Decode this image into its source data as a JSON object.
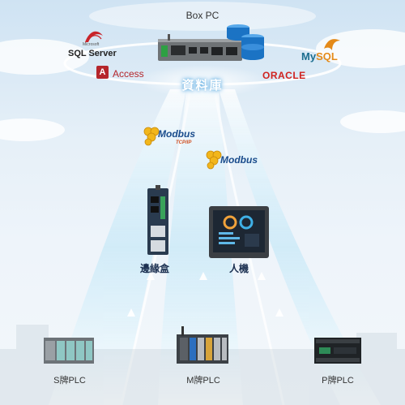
{
  "header": {
    "box_pc_label": "Box PC"
  },
  "databases": {
    "label": "資料庫",
    "sql_server_small": "Microsoft",
    "sql_server": "SQL Server",
    "access": "Access",
    "access_icon_letter": "A",
    "mysql_prefix": "My",
    "mysql_suffix": "SQL",
    "oracle": "ORACLE"
  },
  "protocols": {
    "modbus_tcp": "Modbus",
    "modbus_tcp_sub": "TCP/IP",
    "modbus": "Modbus"
  },
  "devices": {
    "gateway_label": "邊緣盒",
    "hmi_label": "人機"
  },
  "plcs": [
    {
      "label": "S牌PLC"
    },
    {
      "label": "M牌PLC"
    },
    {
      "label": "P牌PLC"
    }
  ],
  "colors": {
    "stream": "#ffffff",
    "accent_blue": "#1a4c8c",
    "oracle_red": "#d0221f",
    "access_red": "#b5262b"
  }
}
